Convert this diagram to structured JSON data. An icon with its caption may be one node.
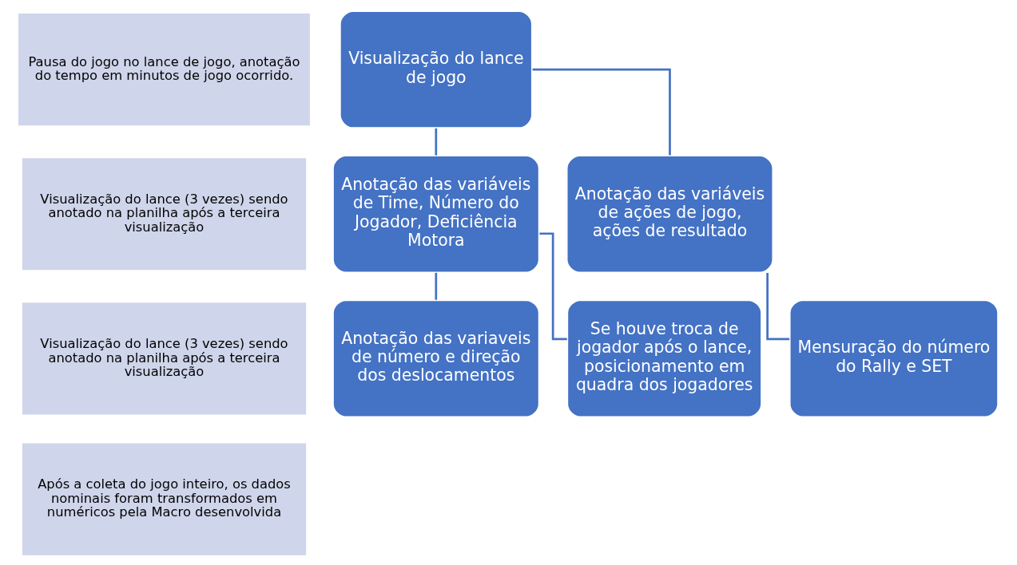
{
  "diagram": {
    "nodes": [
      {
        "text": [
          "Pausa do jogo no lance de jogo, anotação do tempo em minutos de jogo ocorrido."
        ]
      },
      {
        "text": [
          "Visualização do lance de jogo"
        ]
      },
      {
        "text": [
          "Visualização do lance (3 vezes) sendo anotado na planilha após a terceira visualização"
        ]
      },
      {
        "text": [
          "Anotação das variáveis de Time, Número do Jogador, Deficiência Motora"
        ]
      },
      {
        "text": [
          "Anotação das variáveis de ações de jogo, ações de resultado"
        ]
      },
      {
        "text": [
          "Visualização do lance (3 vezes) sendo anotado na planilha após a terceira visualização"
        ]
      },
      {
        "text": [
          "Anotação das variaveis de número e direção dos deslocamentos"
        ]
      },
      {
        "text": [
          "Se houve troca de jogador após o lance, posicionamento em quadra dos jogadores"
        ]
      },
      {
        "text": [
          "Mensuração do número do Rally e SET"
        ]
      },
      {
        "text": [
          "Após a coleta do jogo inteiro, os dados nominais foram transformados em numéricos pela Macro desenvolvida"
        ]
      }
    ],
    "edges": [
      {
        "from": 1,
        "to": 3,
        "arrow": "none"
      },
      {
        "from": 1,
        "to": 4,
        "arrow": "none"
      },
      {
        "from": 3,
        "to": 6,
        "arrow": "none"
      },
      {
        "from": 3,
        "to": 7,
        "arrow": "none"
      },
      {
        "from": 4,
        "to": 8,
        "arrow": "none"
      }
    ]
  }
}
